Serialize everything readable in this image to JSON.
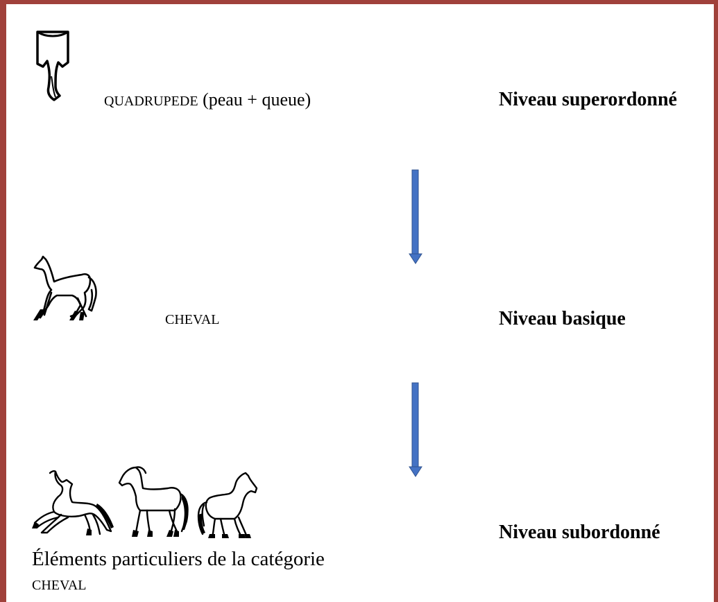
{
  "levels": {
    "superordinate": {
      "label": "Niveau superordonné",
      "concept_caps": "QUADRUPEDE",
      "concept_paren": " (peau + queue)",
      "icon": "skin-tail-sign-icon"
    },
    "basic": {
      "label": "Niveau basique",
      "concept_caps": "CHEVAL",
      "icon": "horse-icon"
    },
    "subordinate": {
      "label": "Niveau subordonné",
      "caption_line1": "Éléments particuliers de la catégorie",
      "caption_line2_caps": "CHEVAL",
      "icons": [
        "leaping-horse-icon",
        "walking-horse-icon",
        "standing-horse-icon"
      ]
    }
  },
  "colors": {
    "frame": "#a0413b",
    "arrow_fill": "#4472c4",
    "arrow_stroke": "#2f528f"
  },
  "arrow_icon": "down-arrow-icon"
}
